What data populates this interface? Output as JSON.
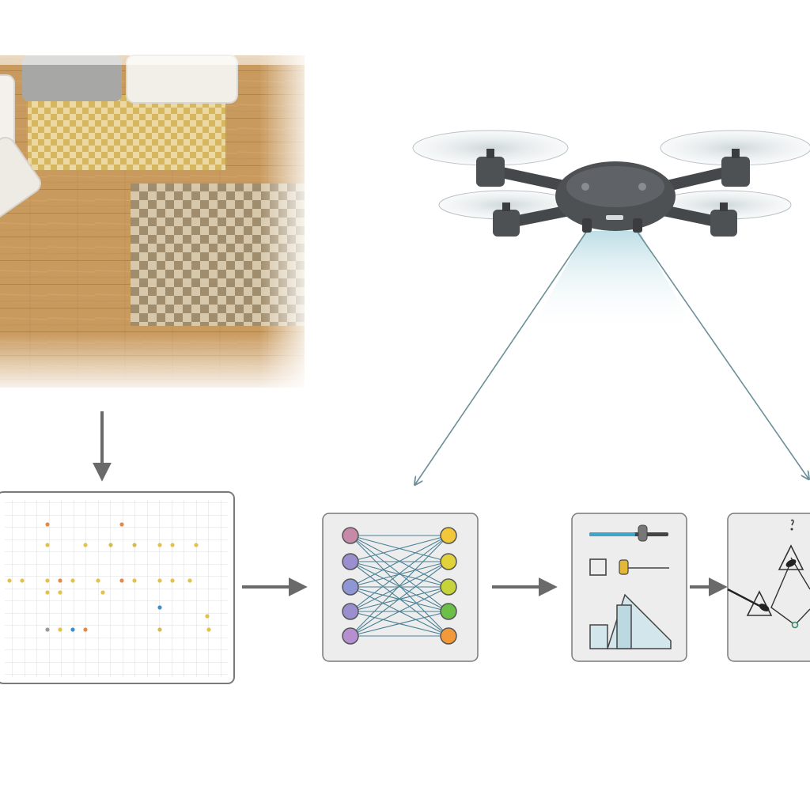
{
  "diagram": {
    "text": [],
    "nodes": [
      {
        "id": "room-floorplan",
        "kind": "top-down room photo"
      },
      {
        "id": "drone",
        "kind": "quadcopter with downward camera"
      },
      {
        "id": "grid-map",
        "kind": "occupancy grid with colored points"
      },
      {
        "id": "neural-network",
        "kind": "5-to-5 neural network"
      },
      {
        "id": "control-panel",
        "kind": "slider and geometry controls"
      },
      {
        "id": "path-planner",
        "kind": "triangle path diagram"
      }
    ],
    "edges": [
      {
        "from": "room-floorplan",
        "to": "grid-map"
      },
      {
        "from": "drone",
        "to": "neural-network"
      },
      {
        "from": "grid-map",
        "to": "neural-network"
      },
      {
        "from": "neural-network",
        "to": "control-panel"
      },
      {
        "from": "control-panel",
        "to": "path-planner"
      }
    ]
  },
  "colors": {
    "wood": "#c99a5e",
    "wood_dark": "#b88a50",
    "card_fill": "#ededed",
    "card_stroke": "#7a7a7a",
    "arrow": "#6a6a6a",
    "drone_body": "#4e5154",
    "beam": "#6d8f98",
    "input_node": "#9c8fd0",
    "output_nodes": [
      "#f2c83a",
      "#e2d23a",
      "#c6d43a",
      "#6cc04a",
      "#f29a3a"
    ],
    "slider_blue": "#3fa3cc"
  }
}
